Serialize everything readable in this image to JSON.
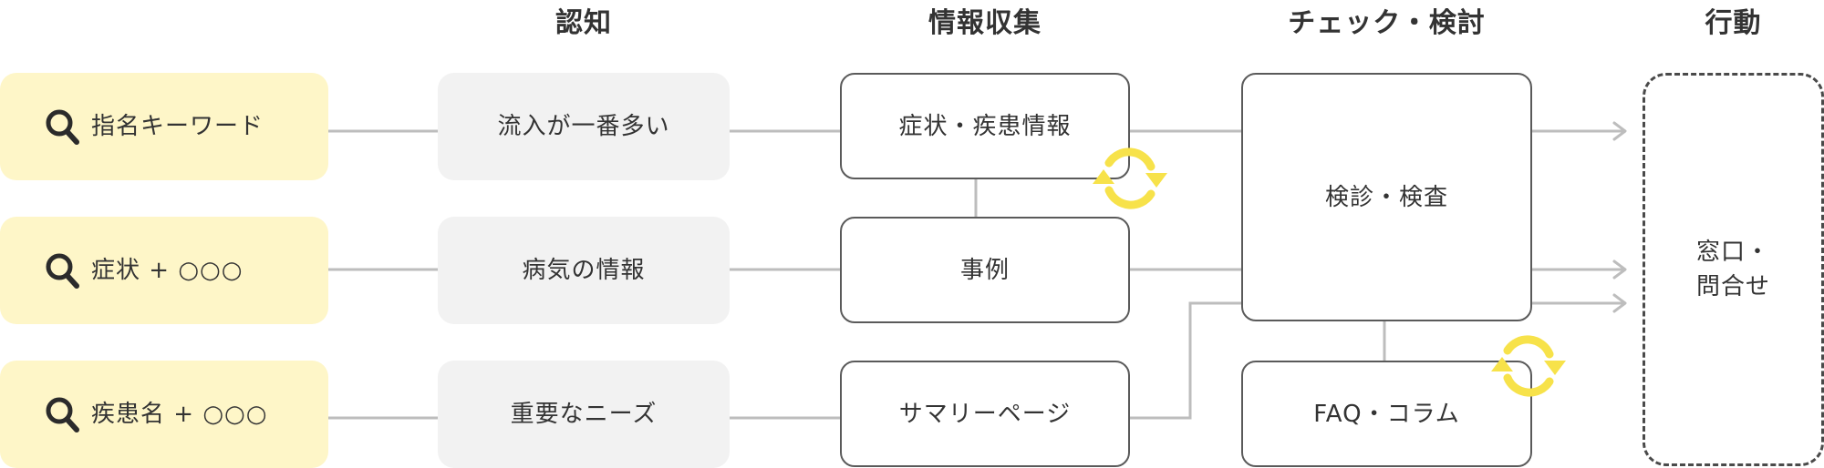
{
  "headers": {
    "awareness": "認知",
    "info_gathering": "情報収集",
    "check_review": "チェック・検討",
    "action": "行動"
  },
  "search_keywords": [
    {
      "label": "指名キーワード",
      "icon": "search-icon"
    },
    {
      "label": "症状 + ○○○",
      "icon": "search-icon"
    },
    {
      "label": "疾患名 + ○○○",
      "icon": "search-icon"
    }
  ],
  "awareness_items": [
    "流入が一番多い",
    "病気の情報",
    "重要なニーズ"
  ],
  "info_items": [
    "症状・疾患情報",
    "事例",
    "サマリーページ"
  ],
  "check_items": [
    "検診・検査",
    "FAQ・コラム"
  ],
  "action": {
    "line1": "窓口・",
    "line2": "問合せ"
  },
  "colors": {
    "search_bg": "#fef6c8",
    "awareness_bg": "#f2f2f2",
    "connector": "#bdbdbd",
    "cycle_accent": "#f7e24a",
    "border": "#5a5a5a"
  }
}
